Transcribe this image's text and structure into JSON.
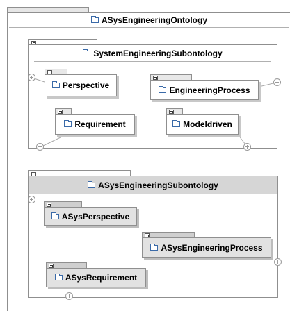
{
  "outer": {
    "title": "ASysEngineeringOntology"
  },
  "system_subontology": {
    "title": "SystemEngineeringSubontology",
    "classes": {
      "perspective": "Perspective",
      "engineering_process": "EngineeringProcess",
      "requirement": "Requirement",
      "modeldriven": "Modeldriven"
    }
  },
  "asys_subontology": {
    "title": "ASysEngineeringSubontology",
    "classes": {
      "perspective": "ASysPerspective",
      "engineering_process": "ASysEngineeringProcess",
      "requirement": "ASysRequirement"
    }
  },
  "icons": {
    "package": "folder-icon",
    "link": "link-icon",
    "anchor": "circle-plus-icon"
  }
}
